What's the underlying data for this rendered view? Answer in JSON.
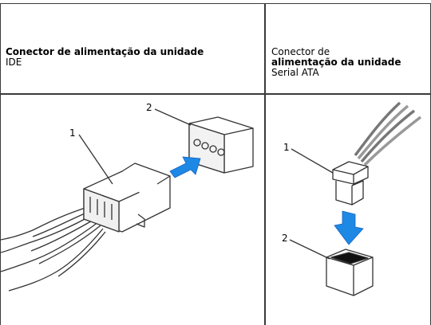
{
  "table": {
    "col1": {
      "header_bold": "Conector de alimentação da unidade",
      "header_rest": "IDE",
      "callouts": [
        "1",
        "2"
      ]
    },
    "col2": {
      "header_plain": "Conector de",
      "header_bold": "alimentação da unidade",
      "header_rest": "Serial ATA",
      "callouts": [
        "1",
        "2"
      ]
    }
  },
  "colors": {
    "border": "#3a3a3a",
    "arrow": "#1e88e5",
    "connector_face": "#eeeeee",
    "connector_line": "#333333"
  },
  "icons": [
    "ide-power-connector-illustration",
    "sata-power-connector-illustration",
    "insert-arrow-icon"
  ]
}
